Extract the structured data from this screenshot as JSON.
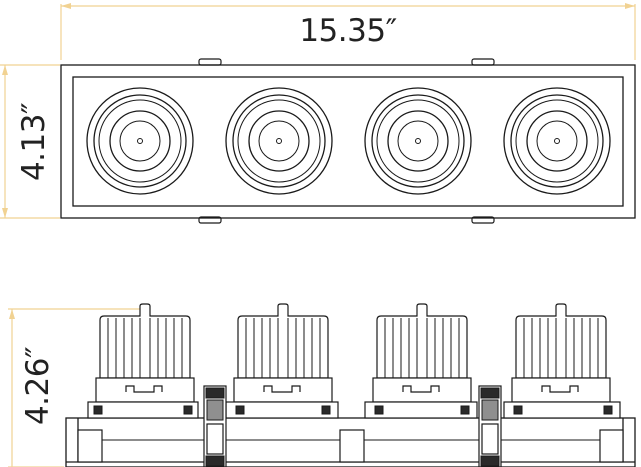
{
  "dimensions": {
    "width_label": "15.35″",
    "top_height_label": "4.13″",
    "side_height_label": "4.26″"
  },
  "colors": {
    "dimension_line": "#f1d292",
    "drawing_line": "#1a1a1a",
    "label_text": "#222222"
  },
  "diagram": {
    "module_count": 4
  }
}
